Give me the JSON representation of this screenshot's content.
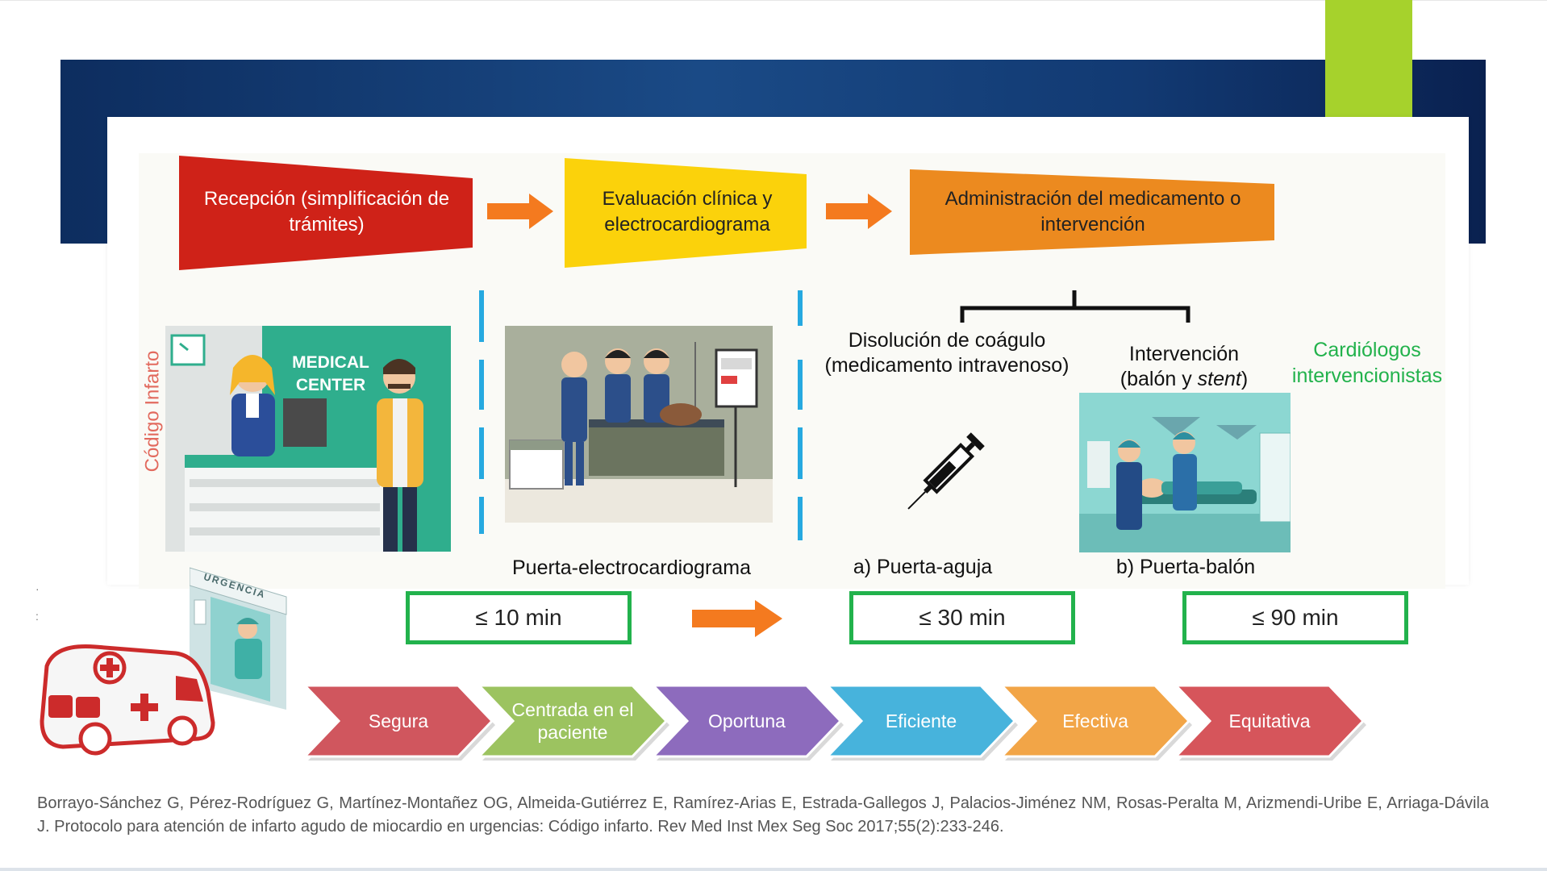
{
  "process": {
    "step1": "Recepción (simplificación de trámites)",
    "step2": "Evaluación clínica y electrocardiograma",
    "step3": "Administración del medicamento o intervención"
  },
  "reception": {
    "sign_line1": "MEDICAL",
    "sign_line2": "CENTER",
    "side_label": "Código Infarto"
  },
  "branches": {
    "dissolution": "Disolución de coágulo (medicamento intravenoso)",
    "intervention_a": "Intervención",
    "intervention_b": "(balón y ",
    "intervention_italic": "stent",
    "intervention_c": ")",
    "cardiologists": "Cardiólogos intervencionistas"
  },
  "timelines": {
    "ecg_label": "Puerta-electrocardiograma",
    "needle_label": "a) Puerta-aguja",
    "balloon_label": "b) Puerta-balón",
    "ecg_time": "≤ 10 min",
    "needle_time": "≤ 30 min",
    "balloon_time": "≤ 90 min"
  },
  "urgencia_sign": "URGENCIA",
  "qualities": [
    {
      "label": "Segura",
      "color": "#d0565e"
    },
    {
      "label": "Centrada en el paciente",
      "color": "#9cc360"
    },
    {
      "label": "Oportuna",
      "color": "#8d6bbd"
    },
    {
      "label": "Eficiente",
      "color": "#47b3dc"
    },
    {
      "label": "Efectiva",
      "color": "#f2a547"
    },
    {
      "label": "Equitativa",
      "color": "#d6555b"
    }
  ],
  "colors": {
    "step1": "#cf2218",
    "step2": "#fbd20b",
    "step3": "#ec8a1f",
    "arrow": "#f47a1f",
    "timebox_border": "#22b24c",
    "dash": "#26a9e0",
    "banner": "#123a73",
    "accent": "#a6d22c"
  },
  "citation": "Borrayo-Sánchez G, Pérez-Rodríguez G, Martínez-Montañez OG, Almeida-Gutiérrez E, Ramírez-Arias E, Estrada-Gallegos J, Palacios-Jiménez NM, Rosas-Peralta M, Arizmendi-Uribe E, Arriaga-Dávila J. Protocolo para atención de infarto agudo de miocardio en urgencias: Código infarto. Rev Med Inst Mex Seg Soc 2017;55(2):233-246."
}
